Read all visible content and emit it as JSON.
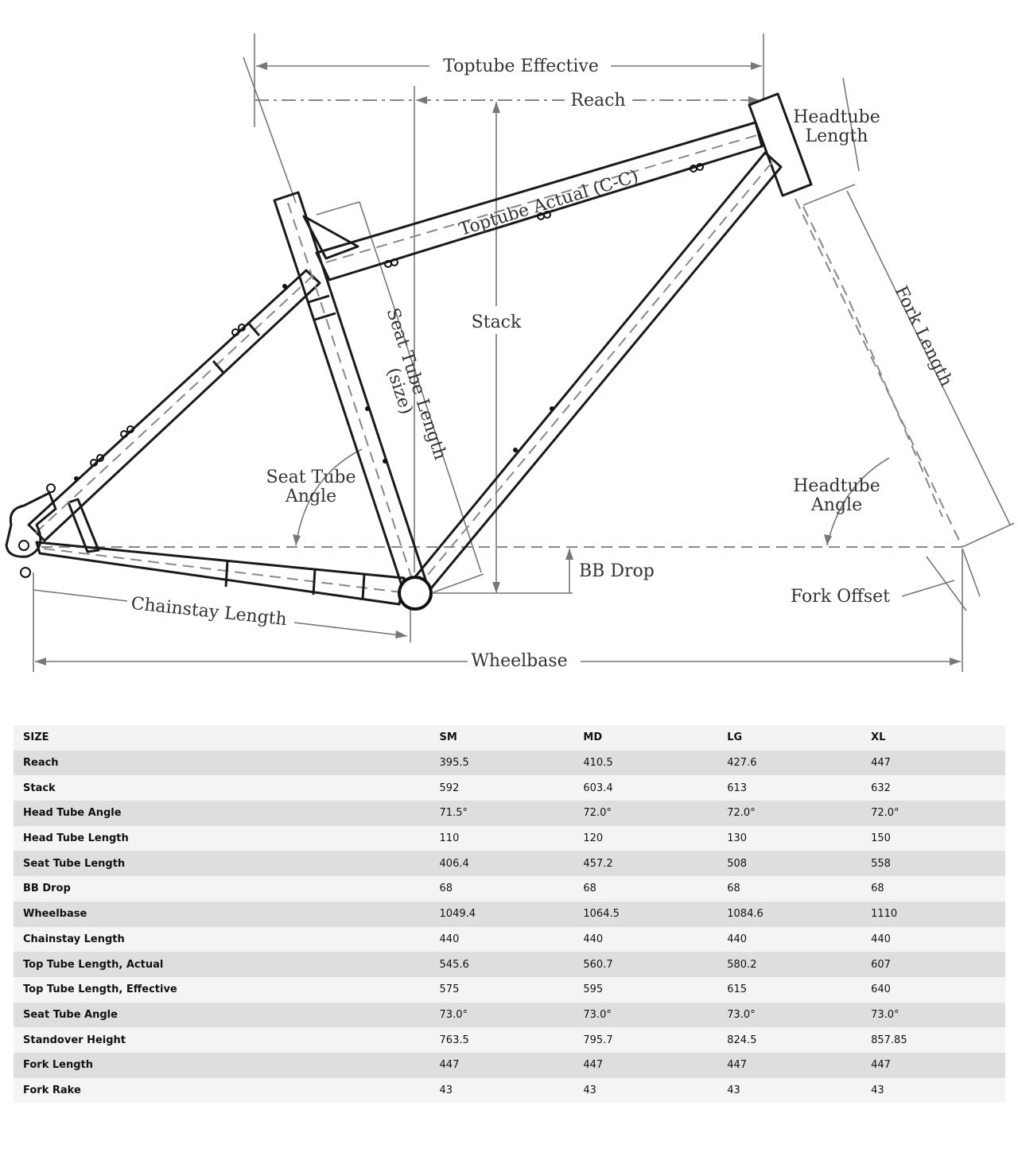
{
  "diagram": {
    "labels": {
      "toptube_effective": "Toptube Effective",
      "reach": "Reach",
      "headtube_length_1": "Headtube",
      "headtube_length_2": "Length",
      "toptube_actual": "Toptube Actual (C-C)",
      "stack": "Stack",
      "seat_tube_length": "Seat Tube Length",
      "seat_tube_size": "(size)",
      "fork_length": "Fork Length",
      "seat_tube_angle_1": "Seat Tube",
      "seat_tube_angle_2": "Angle",
      "headtube_angle_1": "Headtube",
      "headtube_angle_2": "Angle",
      "bb_drop": "BB Drop",
      "fork_offset": "Fork Offset",
      "chainstay_length": "Chainstay Length",
      "wheelbase": "Wheelbase"
    }
  },
  "table": {
    "header": [
      "SIZE",
      "SM",
      "MD",
      "LG",
      "XL"
    ],
    "rows": [
      [
        "Reach",
        "395.5",
        "410.5",
        "427.6",
        "447"
      ],
      [
        "Stack",
        "592",
        "603.4",
        "613",
        "632"
      ],
      [
        "Head Tube Angle",
        "71.5°",
        "72.0°",
        "72.0°",
        "72.0°"
      ],
      [
        "Head Tube Length",
        "110",
        "120",
        "130",
        "150"
      ],
      [
        "Seat Tube Length",
        "406.4",
        "457.2",
        "508",
        "558"
      ],
      [
        "BB Drop",
        "68",
        "68",
        "68",
        "68"
      ],
      [
        "Wheelbase",
        "1049.4",
        "1064.5",
        "1084.6",
        "1110"
      ],
      [
        "Chainstay Length",
        "440",
        "440",
        "440",
        "440"
      ],
      [
        "Top Tube Length, Actual",
        "545.6",
        "560.7",
        "580.2",
        "607"
      ],
      [
        "Top Tube Length, Effective",
        "575",
        "595",
        "615",
        "640"
      ],
      [
        "Seat Tube Angle",
        "73.0°",
        "73.0°",
        "73.0°",
        "73.0°"
      ],
      [
        "Standover Height",
        "763.5",
        "795.7",
        "824.5",
        "857.85"
      ],
      [
        "Fork Length",
        "447",
        "447",
        "447",
        "447"
      ],
      [
        "Fork Rake",
        "43",
        "43",
        "43",
        "43"
      ]
    ]
  }
}
